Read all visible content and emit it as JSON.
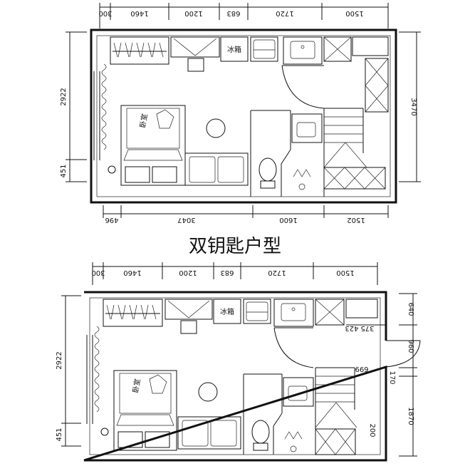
{
  "title": "双钥匙户型",
  "fridge_label": "冰箱",
  "bed_label": "卧室",
  "plan_top": {
    "top_dims": [
      "300",
      "1460",
      "1200",
      "683",
      "1720",
      "1500"
    ],
    "bottom_dims": [
      "496",
      "3047",
      "1600",
      "1502"
    ],
    "left_dims": [
      "2922",
      "451"
    ],
    "right_dims": [
      "3470"
    ]
  },
  "plan_bottom": {
    "top_dims": [
      "300",
      "1460",
      "1200",
      "683",
      "1720",
      "1500"
    ],
    "left_dims": [
      "2922",
      "451"
    ],
    "right_dims": [
      "640",
      "960",
      "170",
      "1870"
    ],
    "inner_dims": [
      "423",
      "375",
      "669",
      "200"
    ]
  }
}
